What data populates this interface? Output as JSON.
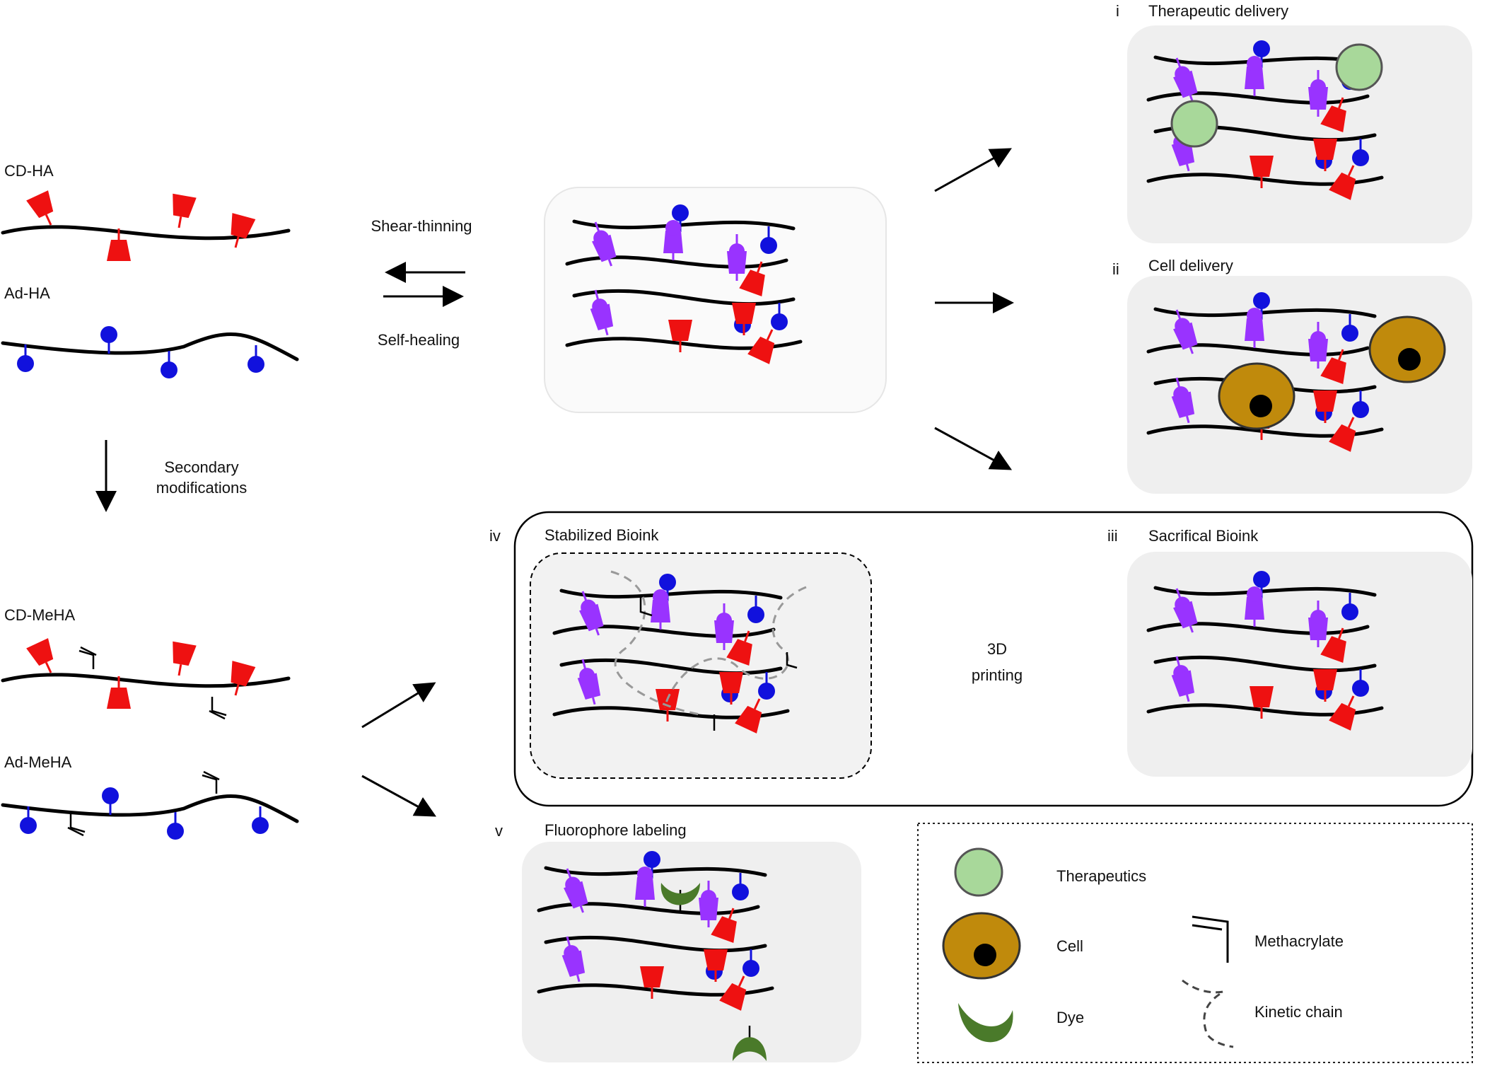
{
  "labels": {
    "cd_ha": "CD-HA",
    "ad_ha": "Ad-HA",
    "shear_thinning": "Shear-thinning",
    "self_healing": "Self-healing",
    "secondary_1": "Secondary",
    "secondary_2": "modifications",
    "cd_meha": "CD-MeHA",
    "ad_meha": "Ad-MeHA",
    "printing_1": "3D",
    "printing_2": "printing"
  },
  "panels": [
    {
      "numeral": "i",
      "title": "Therapeutic delivery"
    },
    {
      "numeral": "ii",
      "title": "Cell delivery"
    },
    {
      "numeral": "iii",
      "title": "Sacrifical Bioink"
    },
    {
      "numeral": "iv",
      "title": "Stabilized Bioink"
    },
    {
      "numeral": "v",
      "title": "Fluorophore labeling"
    }
  ],
  "legend": {
    "therapeutics": "Therapeutics",
    "cell": "Cell",
    "dye": "Dye",
    "methacrylate": "Methacrylate",
    "kinetic_chain": "Kinetic chain"
  },
  "colors": {
    "cyclodextrin": "#ee1111",
    "adamantane": "#1111dd",
    "complex": "#9933ff",
    "therapeutic": "#a8d89a",
    "cell_body": "#c08a0c",
    "dye": "#4a7a2a",
    "panel_bg": "#efefef"
  }
}
